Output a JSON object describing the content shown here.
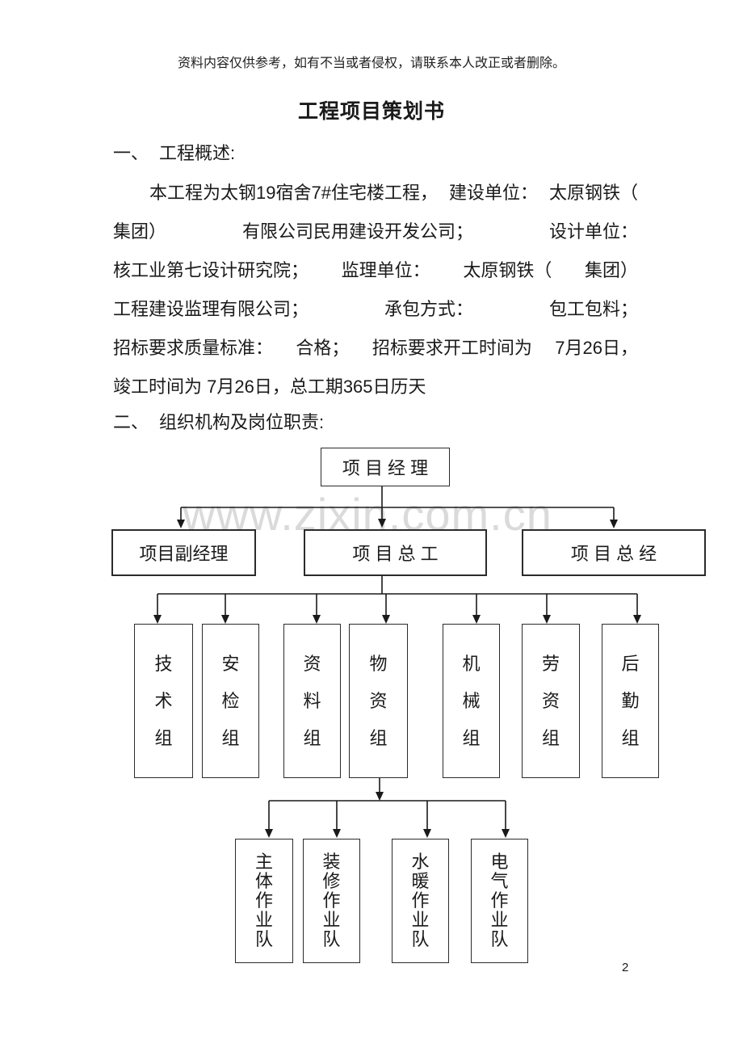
{
  "page": {
    "disclaimer": "资料内容仅供参考，如有不当或者侵权，请联系本人改正或者删除。",
    "title": "工程项目策划书",
    "watermark": "www.zixin.com.cn",
    "page_number": "2"
  },
  "sections": {
    "h1": {
      "num": "一、",
      "text": "工程概述:"
    },
    "h2": {
      "num": "二、",
      "text": "组织机构及岗位职责:"
    }
  },
  "body": {
    "lines": [
      {
        "segments": [
          "本工程为太钢19宿舍7#住宅楼工程，",
          "建设单位：",
          "太原钢铁（"
        ]
      },
      {
        "segments": [
          "集团）",
          "有限公司民用建设开发公司；",
          "设计单位："
        ]
      },
      {
        "segments": [
          "核工业第七设计研究院；",
          "监理单位：",
          "太原钢铁（",
          "集团）"
        ]
      },
      {
        "segments": [
          "工程建设监理有限公司；",
          "承包方式：",
          "包工包料；"
        ]
      },
      {
        "segments": [
          "招标要求质量标准：",
          "合格；",
          "招标要求开工时间为",
          "7月26日，"
        ]
      },
      {
        "segments": [
          "竣工时间为 7月26日，总工期365日历天"
        ]
      }
    ]
  },
  "org_chart": {
    "level1": {
      "label": "项 目 经 理"
    },
    "level2": [
      {
        "label": "项目副经理"
      },
      {
        "label": "项 目 总 工"
      },
      {
        "label": "项 目 总 经"
      }
    ],
    "level3": [
      {
        "label": "技术组"
      },
      {
        "label": "安检组"
      },
      {
        "label": "资料组"
      },
      {
        "label": "物资组"
      },
      {
        "label": "机械组"
      },
      {
        "label": "劳资组"
      },
      {
        "label": "后勤组"
      }
    ],
    "level4": [
      {
        "label": "主体作业队"
      },
      {
        "label": "装修作业队"
      },
      {
        "label": "水暖作业队"
      },
      {
        "label": "电气作业队"
      }
    ]
  },
  "colors": {
    "text": "#1a1a1a",
    "line": "#1a1a1a",
    "watermark": "#dadada",
    "background": "#ffffff"
  }
}
